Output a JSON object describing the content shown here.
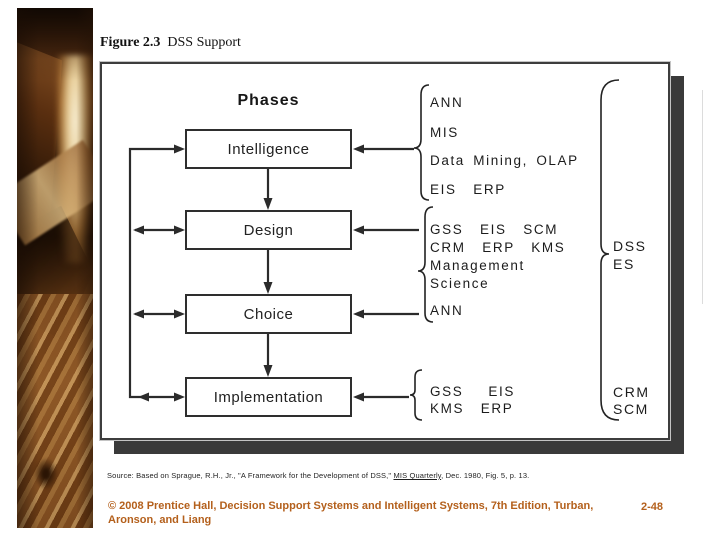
{
  "slide": {
    "title": {
      "label_bold": "Figure 2.3",
      "label": "DSS Support"
    },
    "source": {
      "prefix": "Source: Based on Sprague, R.H., Jr., \"A Framework for the Development of DSS,\"  ",
      "citation": "MIS Quarterly",
      "suffix": ", Dec. 1980, Fig. 5, p. 13."
    },
    "footer": {
      "line1": "© 2008  Prentice Hall, Decision Support Systems and Intelligent Systems, 7th Edition, Turban,",
      "line2": "Aronson, and Liang",
      "page": "2-48",
      "accent_color": "#b4601c"
    }
  },
  "diagram": {
    "heading": "Phases",
    "phases": [
      "Intelligence",
      "Design",
      "Choice",
      "Implementation"
    ],
    "support_groups": [
      {
        "supports": "Intelligence",
        "lines": [
          "ANN",
          "MIS",
          "Data Mining, OLAP",
          "EIS  ERP"
        ]
      },
      {
        "supports": "Design and Choice",
        "lines": [
          "GSS  EIS  SCM",
          "CRM  ERP  KMS",
          "Management",
          "Science",
          "ANN"
        ]
      },
      {
        "supports": "Implementation",
        "lines": [
          "GSS   EIS",
          "KMS  ERP"
        ]
      }
    ],
    "overall_support_labels": {
      "line1": "DSS",
      "line2": "ES"
    },
    "implementation_side_labels": {
      "line1": "CRM",
      "line2": "SCM"
    }
  }
}
